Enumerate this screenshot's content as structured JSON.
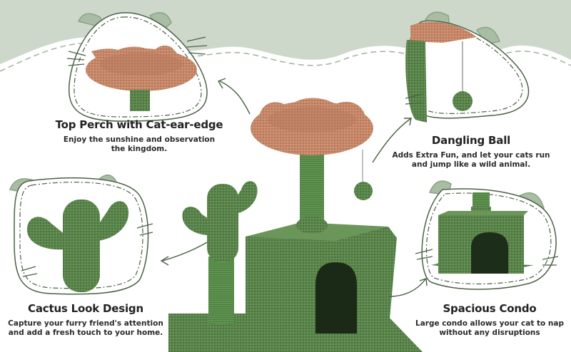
{
  "colors": {
    "background_band": "#cdd8cb",
    "background": "#ffffff",
    "accent_green": "#4f7a45",
    "felt_green": "#5d8a4e",
    "dark_green": "#2f4a2a",
    "perch_tan": "#c8896a",
    "outline": "#4b6146",
    "text": "#222222"
  },
  "features": [
    {
      "id": "top-perch",
      "title": "Top Perch with Cat-ear-edge",
      "description_line1": "Enjoy the sunshine and observation",
      "description_line2": "the kingdom."
    },
    {
      "id": "dangling-ball",
      "title": "Dangling Ball",
      "description_line1": "Adds Extra Fun,  and let your cats run",
      "description_line2": "and jump like a wild animal."
    },
    {
      "id": "cactus-design",
      "title": "Cactus Look Design",
      "description_line1": "Capture your furry friend's attention",
      "description_line2": "and add a fresh touch to your home."
    },
    {
      "id": "spacious-condo",
      "title": "Spacious Condo",
      "description_line1": "Large condo allows your cat to nap",
      "description_line2": "without any disruptions"
    }
  ],
  "icons": {
    "frame_shape": "cat-head-frame-icon",
    "arrow": "curved-arrow-icon"
  }
}
